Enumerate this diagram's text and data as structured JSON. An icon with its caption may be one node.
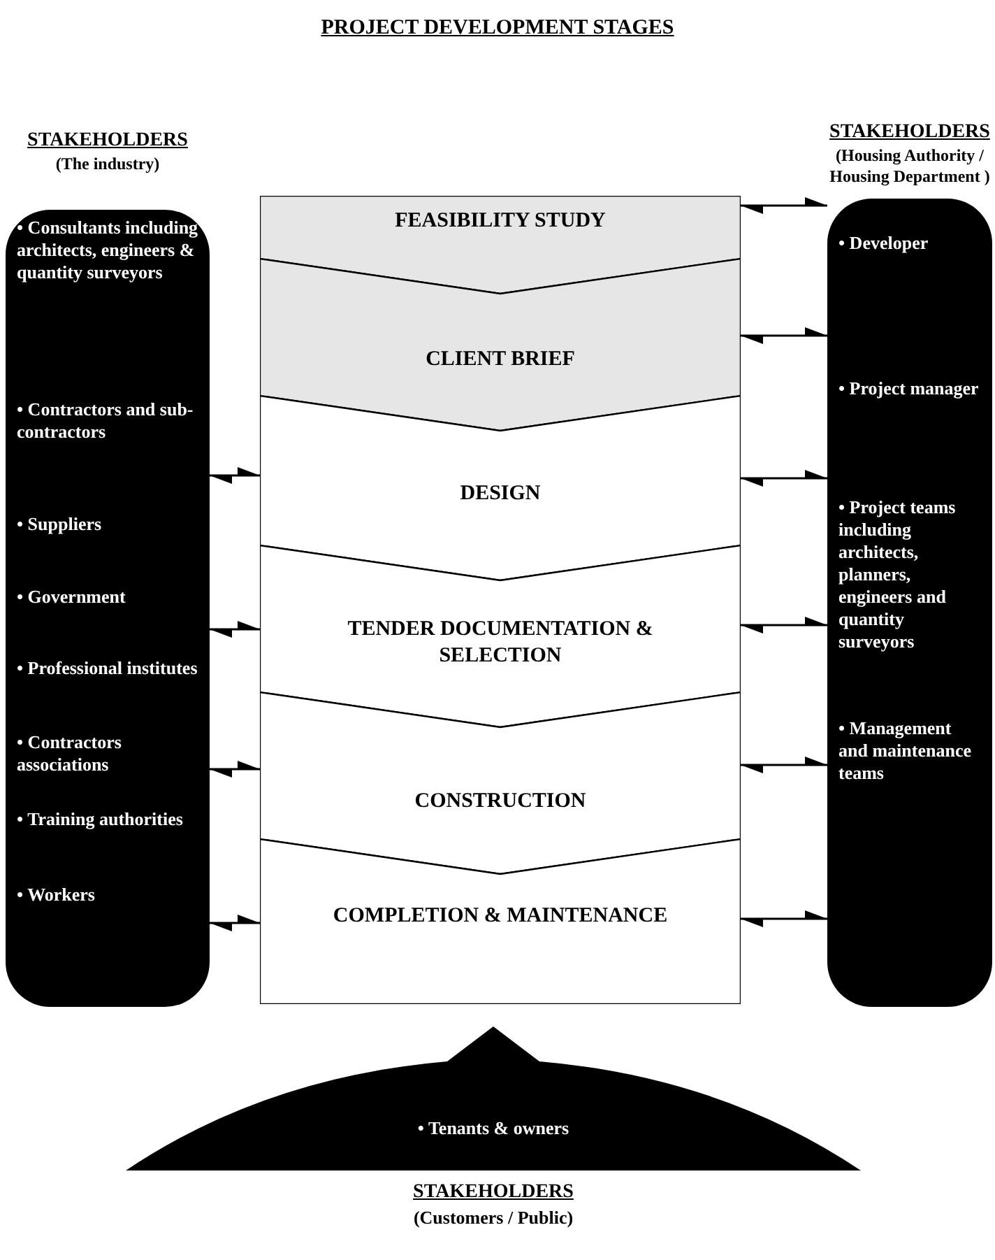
{
  "diagram": {
    "title": "PROJECT DEVELOPMENT STAGES",
    "nodes": [
      {
        "text": [
          "STAKEHOLDERS",
          "(The industry)",
          "• Consultants including architects, engineers & quantity surveyors",
          "• Contractors and sub-contractors",
          "• Suppliers",
          "• Government",
          "• Professional institutes",
          "• Contractors associations",
          "• Training authorities",
          "• Workers"
        ]
      },
      {
        "text": [],
        "shape": "box"
      },
      {
        "text": [
          "FEASIBILITY STUDY"
        ],
        "in": 1
      },
      {
        "text": [
          "CLIENT BRIEF"
        ],
        "in": 1
      },
      {
        "text": [
          "DESIGN"
        ],
        "in": 1
      },
      {
        "text": [
          "TENDER DOCUMENTATION & SELECTION"
        ],
        "in": 1
      },
      {
        "text": [
          "CONSTRUCTION"
        ],
        "in": 1
      },
      {
        "text": [
          "COMPLETION & MAINTENANCE"
        ],
        "in": 1
      },
      {
        "text": [
          "STAKEHOLDERS",
          "(Housing Authority / Housing Department )",
          "• Developer",
          "• Project manager",
          "• Project teams including architects, planners, engineers and quantity surveyors",
          "• Management and maintenance teams"
        ]
      },
      {
        "text": [
          "• Tenants & owners",
          "STAKEHOLDERS",
          "(Customers / Public)"
        ]
      }
    ],
    "edges": [
      {
        "from": 0,
        "to": 4,
        "arrow": "both"
      },
      {
        "from": 0,
        "to": 5,
        "arrow": "both"
      },
      {
        "from": 0,
        "to": 6,
        "arrow": "both"
      },
      {
        "from": 0,
        "to": 7,
        "arrow": "both"
      },
      {
        "from": 2,
        "to": 8,
        "arrow": "both"
      },
      {
        "from": 3,
        "to": 8,
        "arrow": "both"
      },
      {
        "from": 4,
        "to": 8,
        "arrow": "both"
      },
      {
        "from": 5,
        "to": 8,
        "arrow": "both"
      },
      {
        "from": 6,
        "to": 8,
        "arrow": "both"
      },
      {
        "from": 7,
        "to": 8,
        "arrow": "both"
      }
    ]
  }
}
